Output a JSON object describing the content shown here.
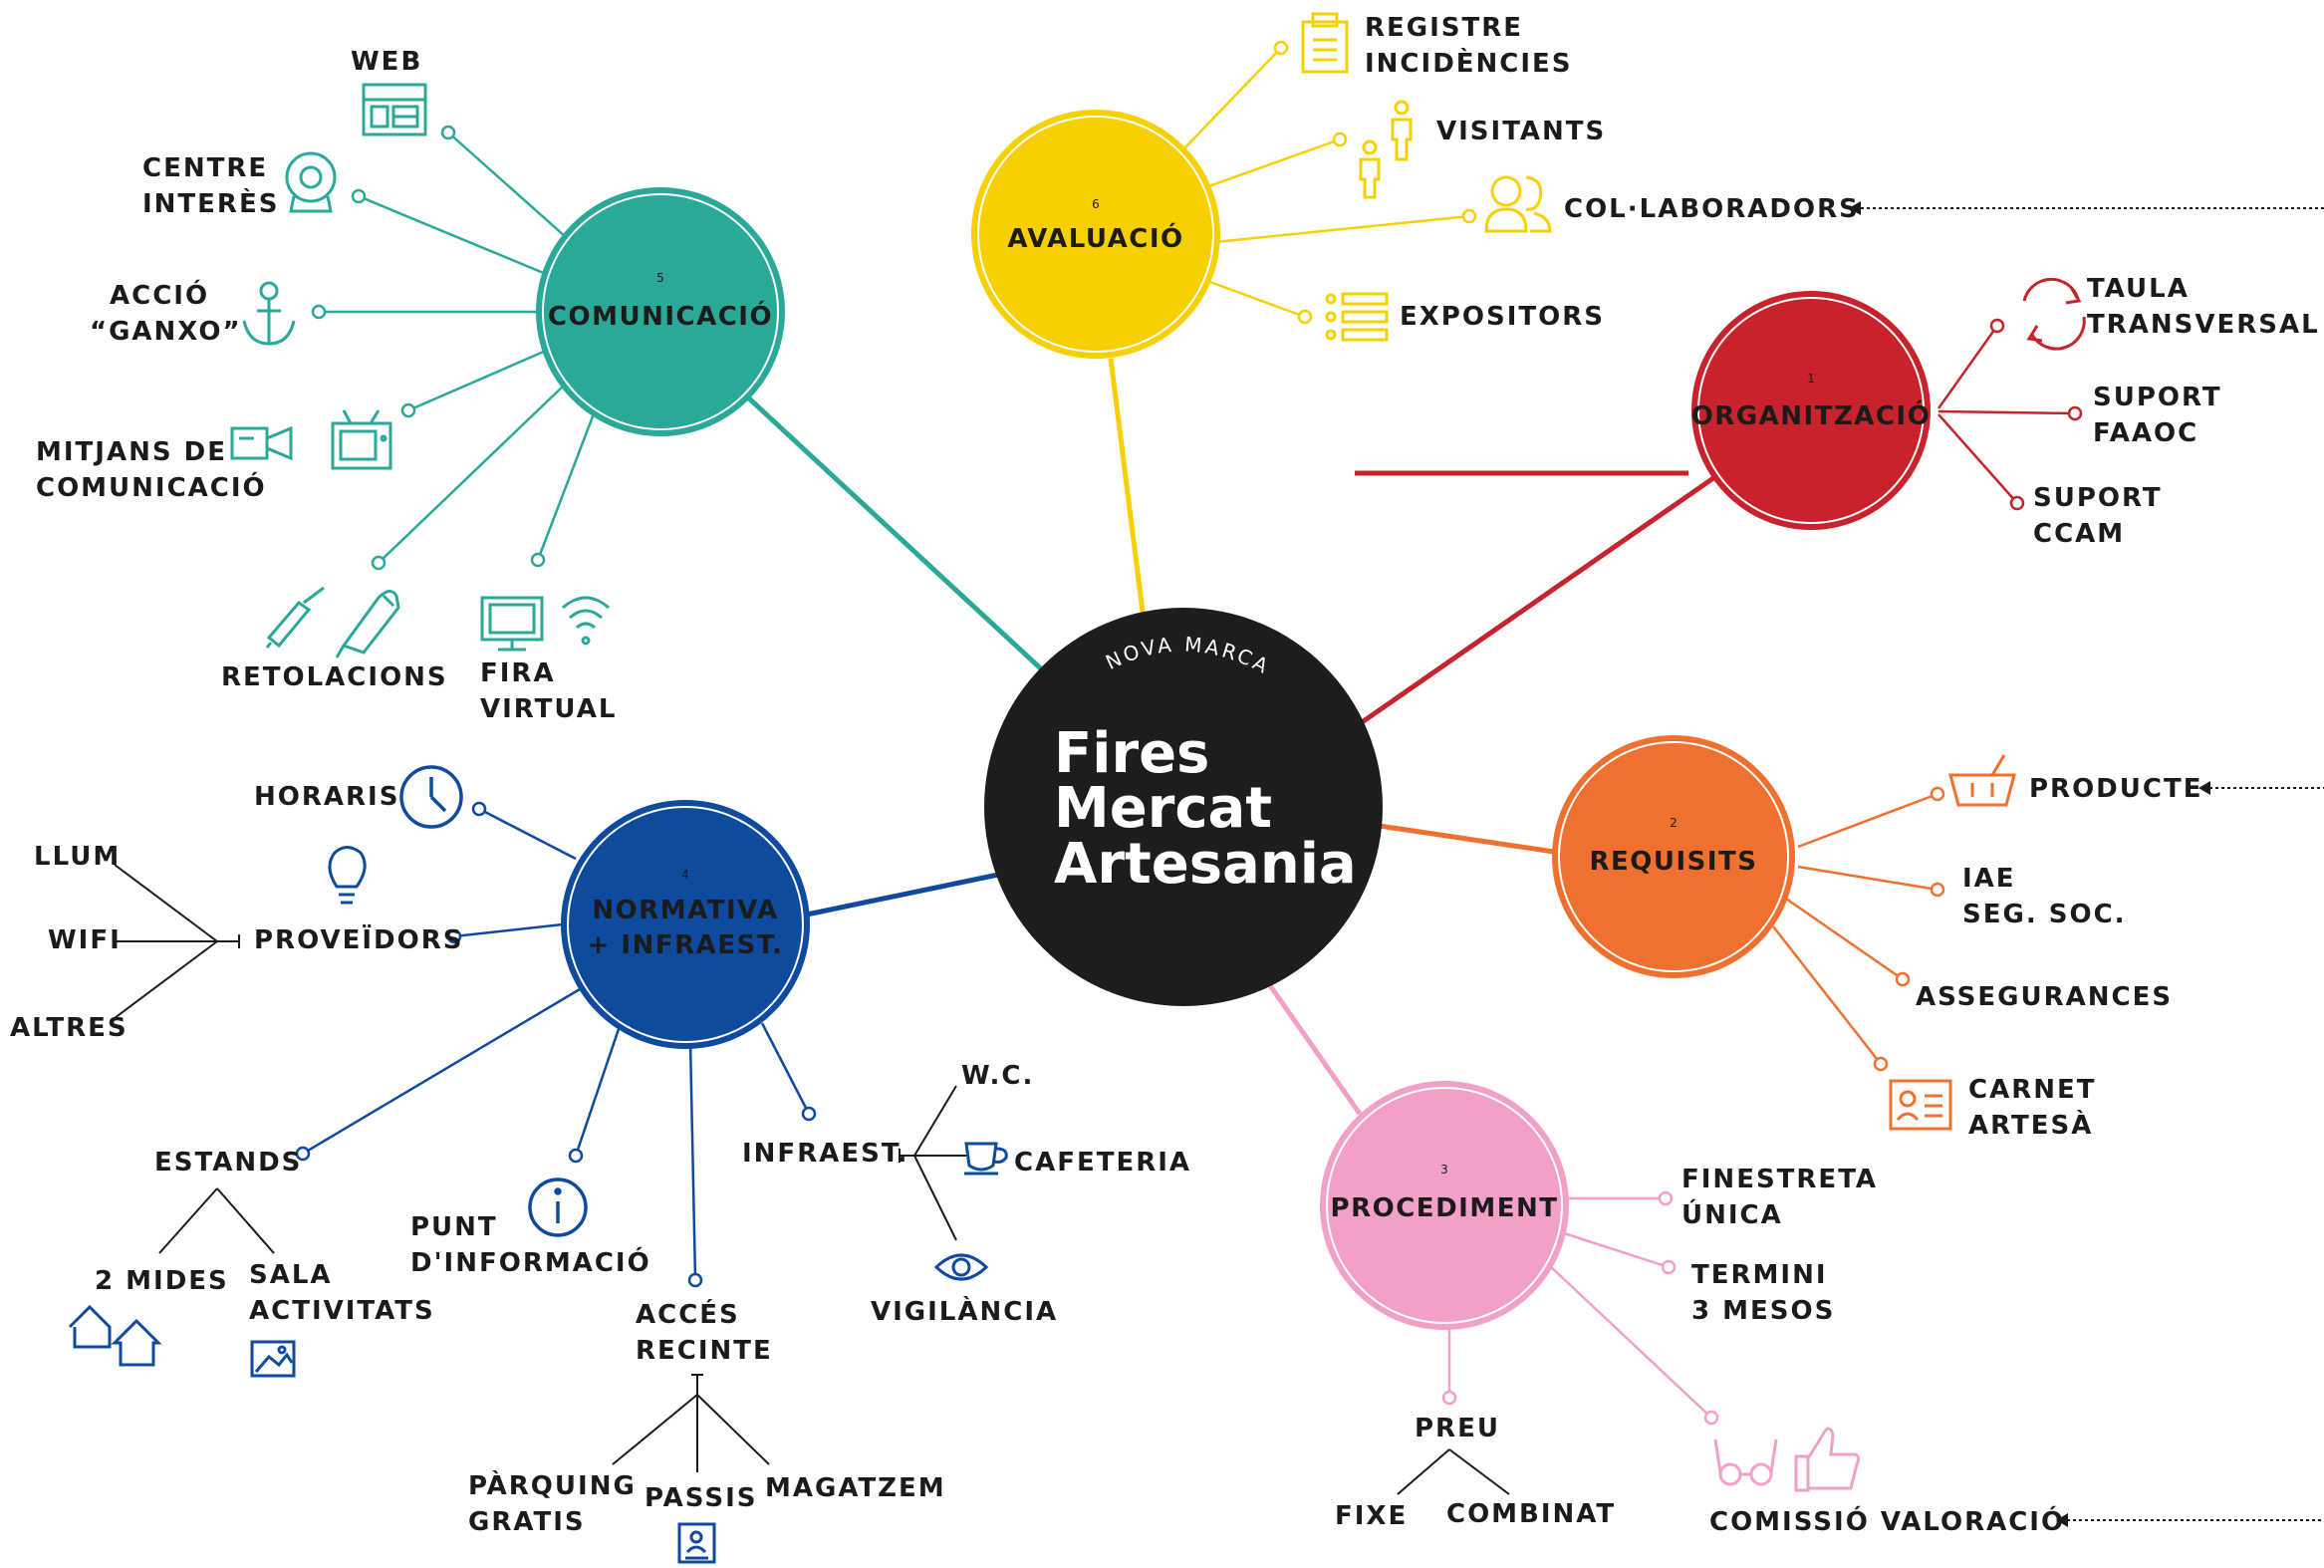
{
  "center": {
    "subtitle": "NOVA MARCA",
    "title_line1": "Fires",
    "title_line2": "Mercat",
    "title_line3": "Artesania"
  },
  "colors": {
    "organitzacio": "#c8232c",
    "requisits": "#f07030",
    "procediment": "#f2a0c8",
    "normativa": "#0e4a9e",
    "comunicacio": "#2aa898",
    "avaluacio": "#f8d000",
    "center": "#1e1c1c"
  },
  "nodes": {
    "organitzacio": {
      "number": "1",
      "title": "ORGANITZACIÓ"
    },
    "requisits": {
      "number": "2",
      "title": "REQUISITS"
    },
    "procediment": {
      "number": "3",
      "title": "PROCEDIMENT"
    },
    "normativa": {
      "number": "4",
      "title_line1": "NORMATIVA",
      "title_line2": "+ INFRAEST."
    },
    "comunicacio": {
      "number": "5",
      "title": "COMUNICACIÓ"
    },
    "avaluacio": {
      "number": "6",
      "title": "AVALUACIÓ"
    }
  },
  "organitzacio": {
    "taula": [
      "TAULA",
      "TRANSVERSAL"
    ],
    "faaoc": [
      "SUPORT",
      "FAAOC"
    ],
    "ccam": [
      "SUPORT",
      "CCAM"
    ]
  },
  "requisits": {
    "producte": "PRODUCTE",
    "iae": [
      "IAE",
      "SEG. SOC."
    ],
    "assegurances": "ASSEGURANCES",
    "carnet": [
      "CARNET",
      "ARTESÀ"
    ]
  },
  "procediment": {
    "finestreta": [
      "FINESTRETA",
      "ÚNICA"
    ],
    "termini": [
      "TERMINI",
      "3 MESOS"
    ],
    "preu": "PREU",
    "fixe": "FIXE",
    "combinat": "COMBINAT",
    "comissio": "COMISSIÓ VALORACIÓ"
  },
  "normativa": {
    "horaris": "HORARIS",
    "proveidors": "PROVEÏDORS",
    "llum": "LLUM",
    "wifi": "WIFI",
    "altres": "ALTRES",
    "estands": "ESTANDS",
    "mides": "2 MIDES",
    "sala": [
      "SALA",
      "ACTIVITATS"
    ],
    "punt": [
      "PUNT",
      "D'INFORMACIÓ"
    ],
    "acces": [
      "ACCÉS",
      "RECINTE"
    ],
    "parquing": [
      "PÀRQUING",
      "GRATIS"
    ],
    "passis": "PASSIS",
    "magatzem": "MAGATZEM",
    "infraest": "INFRAEST.",
    "wc": "W.C.",
    "cafeteria": "CAFETERIA",
    "vigilancia": "VIGILÀNCIA"
  },
  "comunicacio": {
    "web": "WEB",
    "centre": [
      "CENTRE",
      "INTERÈS"
    ],
    "accio": [
      "ACCIÓ",
      "“GANXO”"
    ],
    "mitjans": [
      "MITJANS DE",
      "COMUNICACIÓ"
    ],
    "retolacions": "RETOLACIONS",
    "fira": [
      "FIRA",
      "VIRTUAL"
    ]
  },
  "avaluacio": {
    "registre": [
      "REGISTRE",
      "INCIDÈNCIES"
    ],
    "visitants": "VISITANTS",
    "colaboradors": "COL·LABORADORS",
    "expositors": "EXPOSITORS"
  },
  "icons": [
    "clipboard-icon",
    "people-icon",
    "collaborators-icon",
    "list-icon",
    "refresh-icon",
    "basket-icon",
    "id-card-icon",
    "glasses-icon",
    "thumbs-up-icon",
    "web-icon",
    "webcam-icon",
    "anchor-icon",
    "camera-icon",
    "tv-icon",
    "screwdriver-icon",
    "pen-icon",
    "monitor-icon",
    "wifi-icon",
    "clock-icon",
    "lightbulb-icon",
    "info-icon",
    "house-icon",
    "image-icon",
    "badge-icon",
    "cup-icon",
    "eye-icon"
  ]
}
